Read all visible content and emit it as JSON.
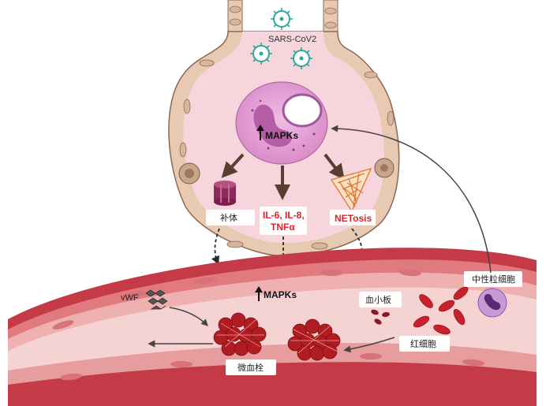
{
  "labels": {
    "virus": "SARS-CoV2",
    "mapk_cell": "MAPKs",
    "complement": "补体",
    "cytokines_line1": "IL-6, IL-8,",
    "cytokines_line2": "TNFα",
    "netosis": "NETosis",
    "mapk_vessel": "MAPKs",
    "vwf": "vWF",
    "platelet": "血小板",
    "neutrophil": "中性粒细胞",
    "rbc": "红细胞",
    "microthrombus": "微血栓"
  },
  "colors": {
    "alveolus_fill": "#f6d6dc",
    "wall_fill": "#e8c9b2",
    "wall_stroke": "#8a6a55",
    "vessel_dark": "#b52a3a",
    "vessel_mid": "#d9515a",
    "vessel_lumen": "#f2c2c4",
    "endothelium": "#eaa7a8",
    "neutrophil_fill": "#d887c6",
    "nucleus_fill": "#b45ea6",
    "virus_teal": "#2fa79a",
    "arrow_brown": "#6b4a3a",
    "red_text": "#e0202a",
    "rbc_red": "#c8202c",
    "clot_red": "#b01c22"
  }
}
